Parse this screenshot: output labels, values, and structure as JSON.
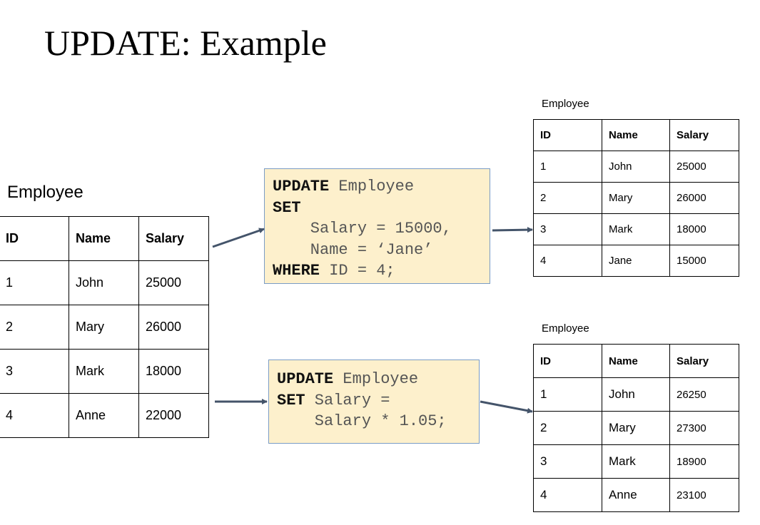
{
  "title": "UPDATE: Example",
  "source_table": {
    "caption": "Employee",
    "headers": [
      "ID",
      "Name",
      "Salary"
    ],
    "rows": [
      [
        "1",
        "John",
        "25000"
      ],
      [
        "2",
        "Mary",
        "26000"
      ],
      [
        "3",
        "Mark",
        "18000"
      ],
      [
        "4",
        "Anne",
        "22000"
      ]
    ]
  },
  "query_1": {
    "l1_kw": "UPDATE",
    "l1_rest": " Employee",
    "l2_kw": "SET",
    "l3": "    Salary = 15000,",
    "l4": "    Name = ‘Jane’",
    "l5_kw": "WHERE",
    "l5_rest": " ID = 4;"
  },
  "query_2": {
    "l1_kw": "UPDATE",
    "l1_rest": " Employee",
    "l2_kw": "SET",
    "l2_rest": " Salary =",
    "l3": "    Salary * 1.05;"
  },
  "result_table_1": {
    "caption": "Employee",
    "headers": [
      "ID",
      "Name",
      "Salary"
    ],
    "rows": [
      [
        "1",
        "John",
        "25000"
      ],
      [
        "2",
        "Mary",
        "26000"
      ],
      [
        "3",
        "Mark",
        "18000"
      ],
      [
        "4",
        "Jane",
        "15000"
      ]
    ]
  },
  "result_table_2": {
    "caption": "Employee",
    "headers": [
      "ID",
      "Name",
      "Salary"
    ],
    "rows": [
      [
        "1",
        "John",
        "26250"
      ],
      [
        "2",
        "Mary",
        "27300"
      ],
      [
        "3",
        "Mark",
        "18900"
      ],
      [
        "4",
        "Anne",
        "23100"
      ]
    ]
  },
  "colors": {
    "arrow": "#44546a",
    "code_bg": "#fdf0cc",
    "code_border": "#7a9cc6"
  }
}
